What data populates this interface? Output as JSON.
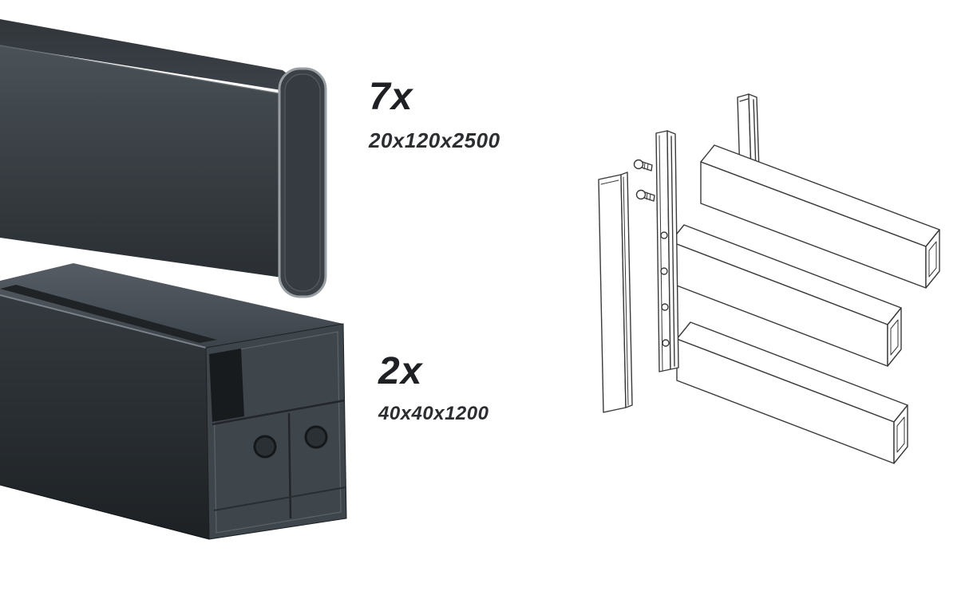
{
  "parts": [
    {
      "qty": "7x",
      "dimensions": "20x120x2500"
    },
    {
      "qty": "2x",
      "dimensions": "40x40x1200"
    }
  ],
  "colors": {
    "background": "#ffffff",
    "profile_dark": "#3a4045",
    "profile_shadow": "#22262a",
    "profile_rim_light": "#989ea3",
    "drawing_stroke": "#3a3a3a"
  }
}
